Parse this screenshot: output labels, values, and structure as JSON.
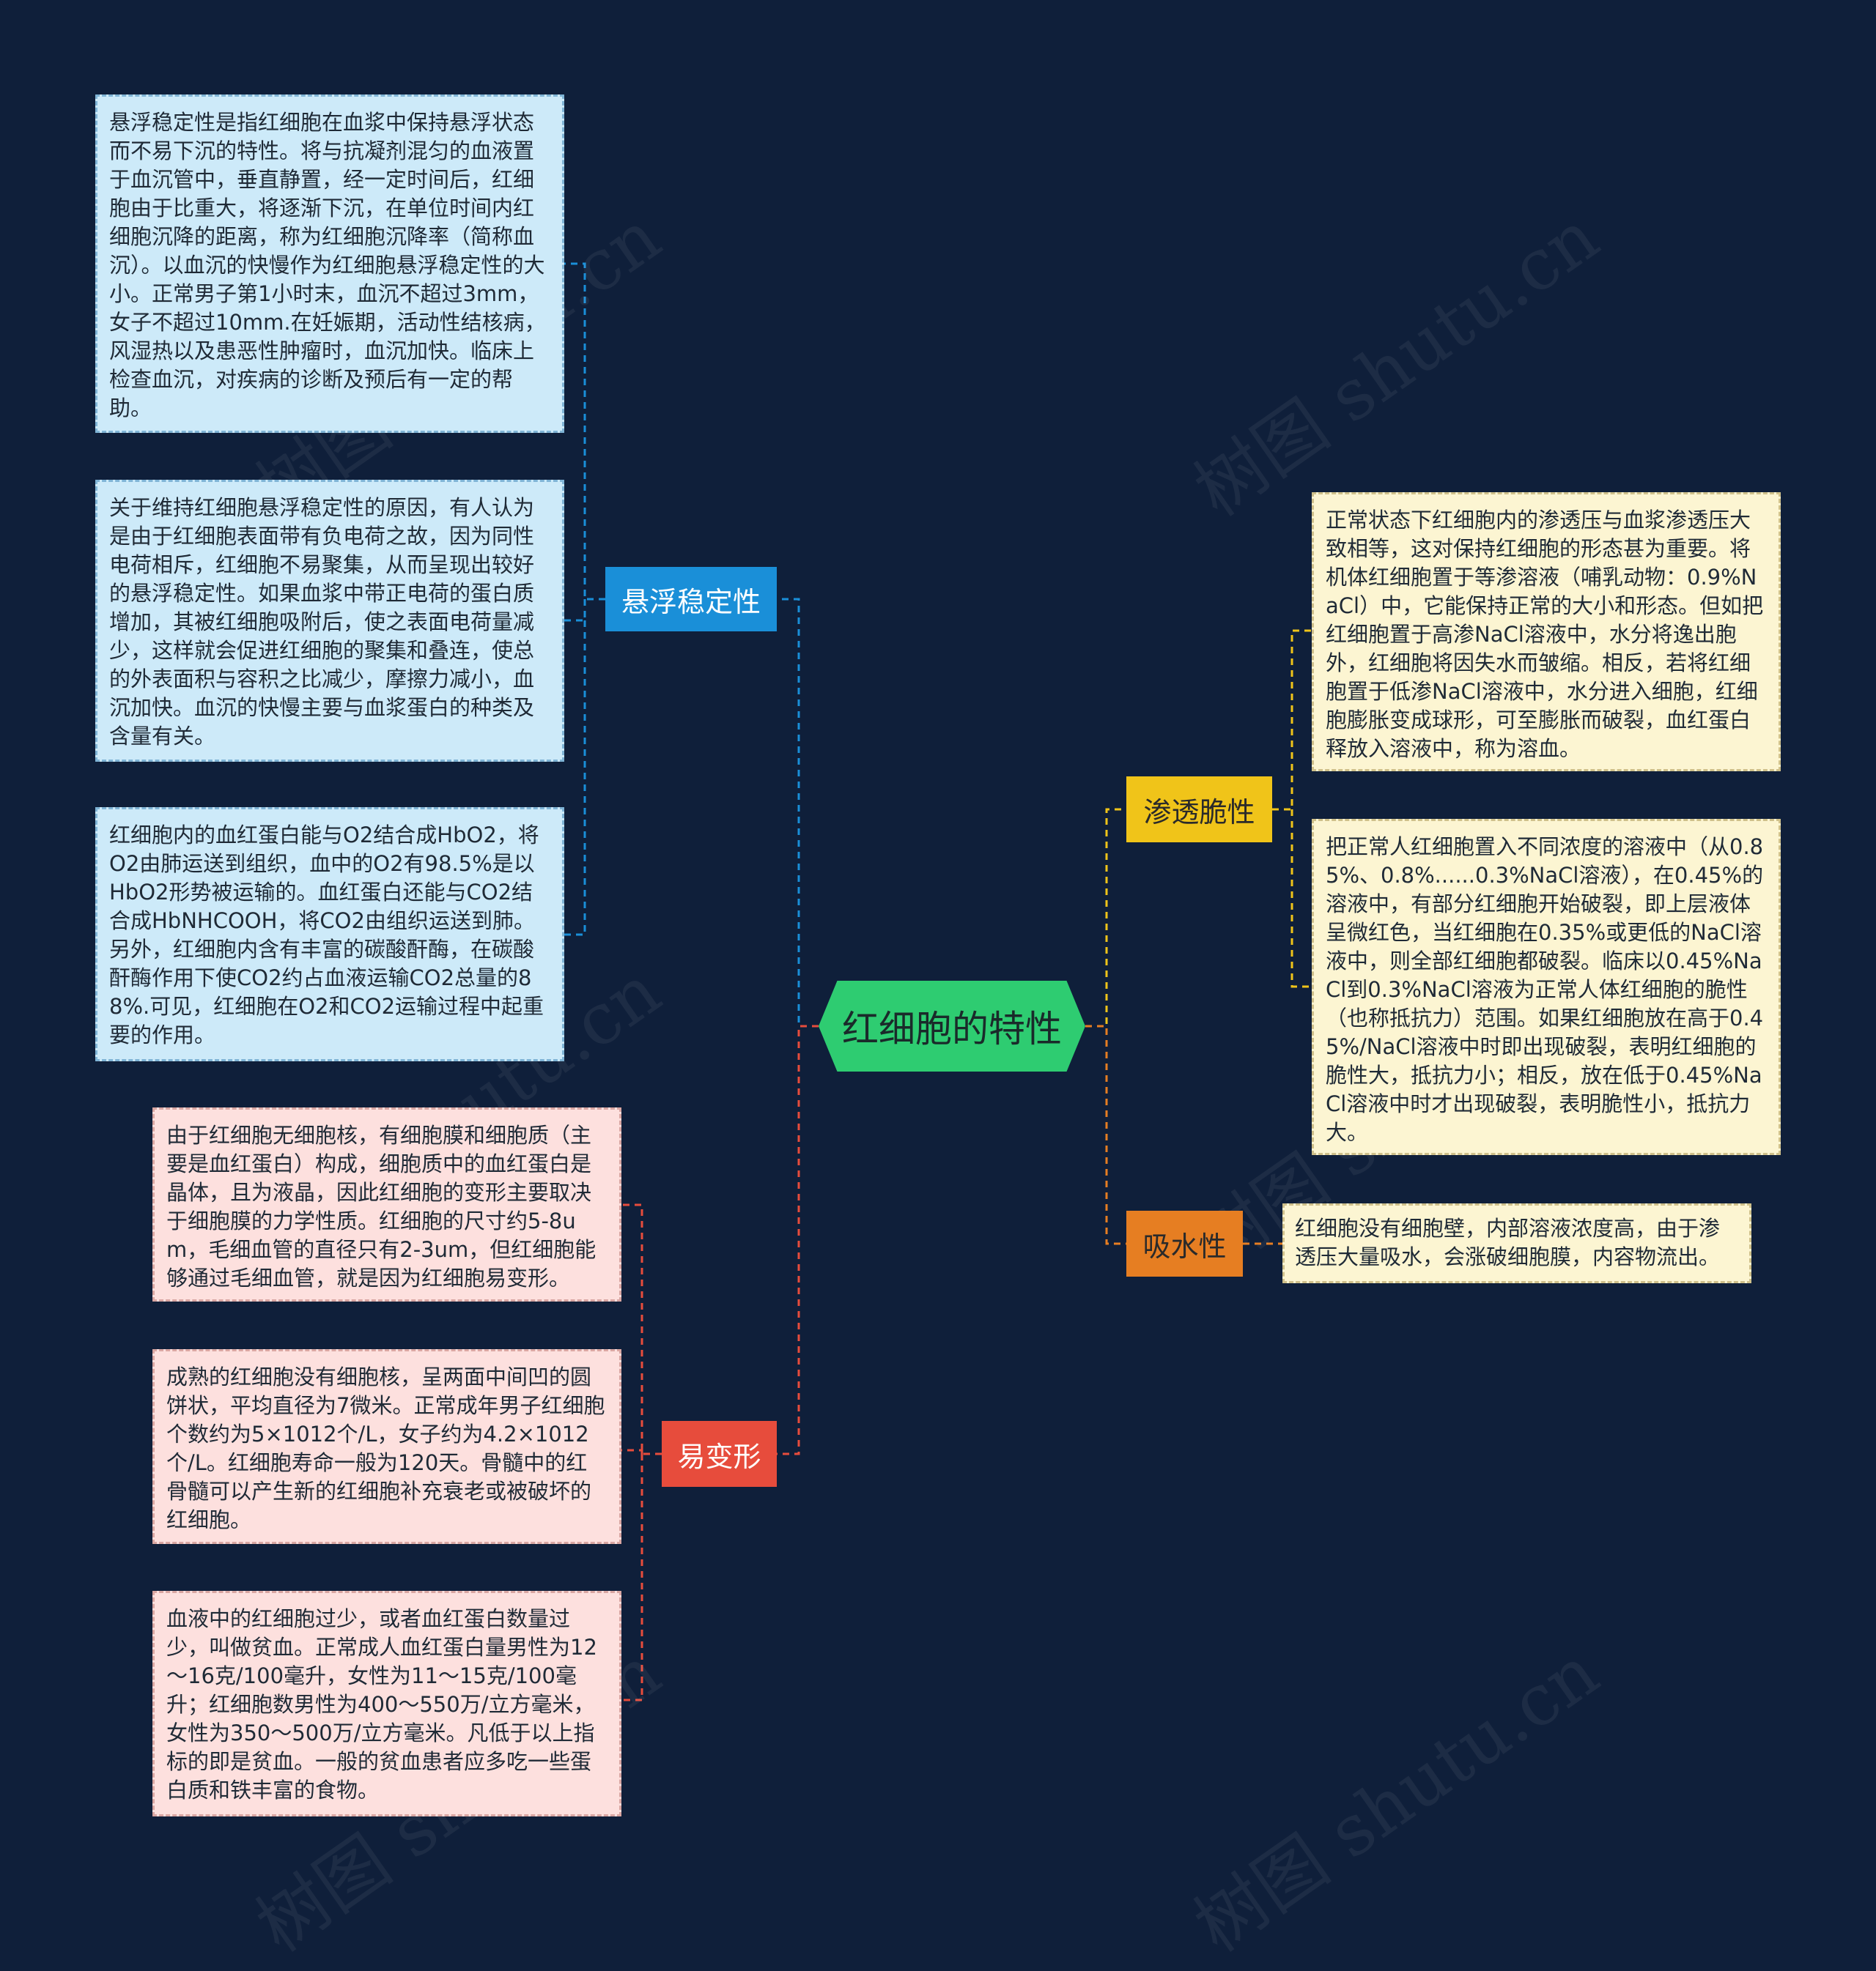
{
  "central": {
    "label": "红细胞的特性"
  },
  "watermark": "树图 shutu.cn",
  "colors": {
    "background": "#0f1f3a",
    "central": "#2ecc71",
    "branch_blue": "#1a8fd8",
    "branch_yellow": "#f0c419",
    "branch_orange": "#e67e22",
    "branch_red": "#e74c3c"
  },
  "branches": {
    "suspension": {
      "label": "悬浮稳定性",
      "notes": [
        "悬浮稳定性是指红细胞在血浆中保持悬浮状态而不易下沉的特性。将与抗凝剂混匀的血液置于血沉管中，垂直静置，经一定时间后，红细胞由于比重大，将逐渐下沉，在单位时间内红细胞沉降的距离，称为红细胞沉降率（简称血沉）。以血沉的快慢作为红细胞悬浮稳定性的大小。正常男子第1小时末，血沉不超过3mm，女子不超过10mm.在妊娠期，活动性结核病，风湿热以及患恶性肿瘤时，血沉加快。临床上检查血沉，对疾病的诊断及预后有一定的帮助。",
        "关于维持红细胞悬浮稳定性的原因，有人认为是由于红细胞表面带有负电荷之故，因为同性电荷相斥，红细胞不易聚集，从而呈现出较好的悬浮稳定性。如果血浆中带正电荷的蛋白质增加，其被红细胞吸附后，使之表面电荷量减少，这样就会促进红细胞的聚集和叠连，使总的外表面积与容积之比减少，摩擦力减小，血沉加快。血沉的快慢主要与血浆蛋白的种类及含量有关。",
        "红细胞内的血红蛋白能与O2结合成HbO2，将O2由肺运送到组织，血中的O2有98.5%是以HbO2形势被运输的。血红蛋白还能与CO2结合成HbNHCOOH，将CO2由组织运送到肺。另外，红细胞内含有丰富的碳酸酐酶，在碳酸酐酶作用下使CO2约占血液运输CO2总量的88%.可见，红细胞在O2和CO2运输过程中起重要的作用。"
      ]
    },
    "deform": {
      "label": "易变形",
      "notes": [
        "由于红细胞无细胞核，有细胞膜和细胞质（主要是血红蛋白）构成，细胞质中的血红蛋白是晶体，且为液晶，因此红细胞的变形主要取决于细胞膜的力学性质。红细胞的尺寸约5-8um，毛细血管的直径只有2-3um，但红细胞能够通过毛细血管，就是因为红细胞易变形。",
        "成熟的红细胞没有细胞核，呈两面中间凹的圆饼状，平均直径为7微米。正常成年男子红细胞个数约为5×1012个/L，女子约为4.2×1012个/L。红细胞寿命一般为120天。骨髓中的红骨髓可以产生新的红细胞补充衰老或被破坏的红细胞。",
        "血液中的红细胞过少，或者血红蛋白数量过少，叫做贫血。正常成人血红蛋白量男性为12～16克/100毫升，女性为11～15克/100毫升；红细胞数男性为400～550万/立方毫米，女性为350～500万/立方毫米。凡低于以上指标的即是贫血。一般的贫血患者应多吃一些蛋白质和铁丰富的食物。"
      ]
    },
    "osmotic": {
      "label": "渗透脆性",
      "notes": [
        "正常状态下红细胞内的渗透压与血浆渗透压大致相等，这对保持红细胞的形态甚为重要。将机体红细胞置于等渗溶液（哺乳动物：0.9%NaCl）中，它能保持正常的大小和形态。但如把红细胞置于高渗NaCl溶液中，水分将逸出胞外，红细胞将因失水而皱缩。相反，若将红细胞置于低渗NaCl溶液中，水分进入细胞，红细胞膨胀变成球形，可至膨胀而破裂，血红蛋白释放入溶液中，称为溶血。",
        "把正常人红细胞置入不同浓度的溶液中（从0.85%、0.8%......0.3%NaCl溶液），在0.45%的溶液中，有部分红细胞开始破裂，即上层液体呈微红色，当红细胞在0.35%或更低的NaCl溶液中，则全部红细胞都破裂。临床以0.45%NaCl到0.3%NaCl溶液为正常人体红细胞的脆性（也称抵抗力）范围。如果红细胞放在高于0.45%/NaCl溶液中时即出现破裂，表明红细胞的脆性大，抵抗力小；相反，放在低于0.45%NaCl溶液中时才出现破裂，表明脆性小，抵抗力大。"
      ]
    },
    "absorb": {
      "label": "吸水性",
      "notes": [
        "红细胞没有细胞壁，内部溶液浓度高，由于渗透压大量吸水，会涨破细胞膜，内容物流出。"
      ]
    }
  }
}
